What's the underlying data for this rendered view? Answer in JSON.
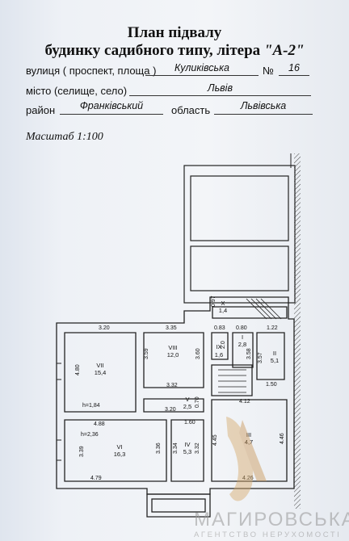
{
  "header": {
    "title_line1": "План підвалу",
    "title_line2_prefix": "будинку садибного типу, літера ",
    "title_line2_letter": "\"А-2\""
  },
  "fields": {
    "street_label": "вулиця ( проспект, площа )",
    "street_value": "Куликівська",
    "number_label": "№",
    "number_value": "16",
    "city_label": "місто (селище, село)",
    "city_value": "Львів",
    "district_label": "район",
    "district_value": "Франківський",
    "region_label": "область",
    "region_value": "Львівська"
  },
  "scale": "Масштаб 1:100",
  "plan": {
    "rooms": [
      {
        "id": "VII",
        "area": "15,4"
      },
      {
        "id": "VIII",
        "area": "12,0"
      },
      {
        "id": "IX",
        "area": "1,6"
      },
      {
        "id": "I",
        "area": "2,8"
      },
      {
        "id": "II",
        "area": "5,1"
      },
      {
        "id": "X",
        "area": "1,4"
      },
      {
        "id": "V",
        "area": "2,5"
      },
      {
        "id": "VI",
        "area": "16,3"
      },
      {
        "id": "IV",
        "area": "5,3"
      },
      {
        "id": "III",
        "area": "4,7"
      }
    ],
    "dims": {
      "d1": "3.20",
      "d2": "3.35",
      "d3": "0.83",
      "d4": "0.80",
      "d5": "1.22",
      "d6": "0.97",
      "d7": "4.80",
      "d8": "3.59",
      "d9": "3.60",
      "d10": "2.0",
      "d11": "3.58",
      "d12": "3.57",
      "d13": "3.32",
      "d14": "1.50",
      "d15": "4.12",
      "d16": "3.20",
      "d17": "0.70",
      "d18": "1.60",
      "d19": "4.88",
      "d20": "3.39",
      "d21": "3.36",
      "d22": "3.34",
      "d23": "3.32",
      "d24": "4.45",
      "d25": "4.46",
      "d26": "4.79",
      "d27": "4.26",
      "h1": "h=1,84",
      "h2": "h=2,36"
    }
  },
  "watermark": {
    "brand": "МАГИРОВСЬКА",
    "subtitle": "АГЕНТСТВО НЕРУХОМОСТІ"
  }
}
